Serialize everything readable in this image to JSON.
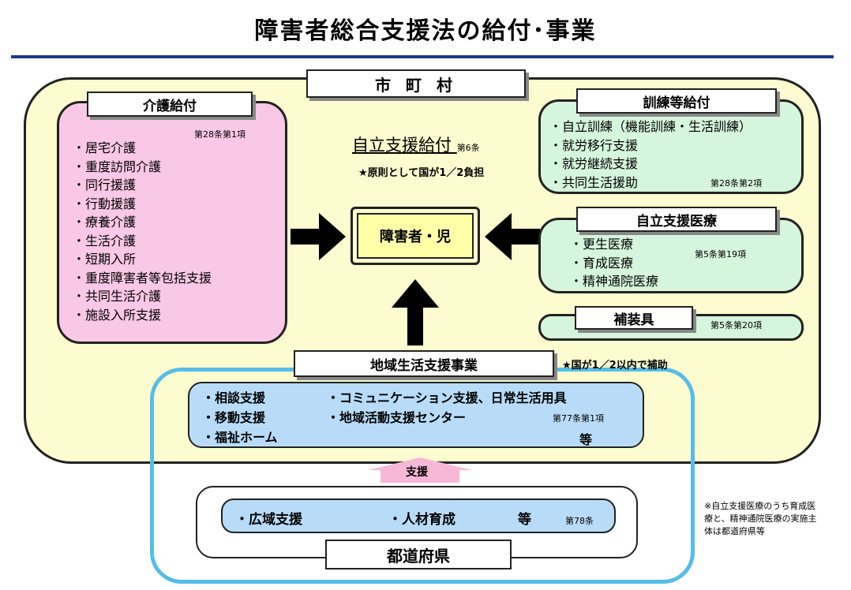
{
  "title": "障害者総合支援法の給付･事業",
  "municipality": "市 町 村",
  "care_benefits": {
    "header": "介護給付",
    "article": "第28条第1項",
    "items": [
      "・居宅介護",
      "・重度訪問介護",
      "・同行援護",
      "・行動援護",
      "・療養介護",
      "・生活介護",
      "・短期入所",
      "・重度障害者等包括支援",
      "・共同生活介護",
      "・施設入所支援"
    ]
  },
  "independence_support": {
    "title": "自立支援給付",
    "article": "第6条",
    "note": "★原則として国が1／2負担"
  },
  "center_label": "障害者・児",
  "training_benefits": {
    "header": "訓練等給付",
    "article": "第28条第2項",
    "items": [
      "・自立訓練（機能訓練・生活訓練）",
      "・就労移行支援",
      "・就労継続支援",
      "・共同生活援助"
    ]
  },
  "medical": {
    "header": "自立支援医療",
    "article": "第5条第19項",
    "items": [
      "・更生医療",
      "・育成医療",
      "・精神通院医療"
    ]
  },
  "prosthetics": {
    "header": "補装具",
    "article": "第5条第20項"
  },
  "community": {
    "header": "地域生活支援事業",
    "note": "★国が1／2以内で補助",
    "col1": [
      "・相談支援",
      "・移動支援",
      "・福祉ホーム"
    ],
    "col2": [
      "・コミュニケーション支援、日常生活用具",
      "・地域活動支援センター"
    ],
    "article": "第77条第1項",
    "etc": "等"
  },
  "support_label": "支援",
  "prefecture": {
    "item1": "・広域支援",
    "item2": "・人材育成",
    "etc": "等",
    "article": "第78条",
    "label": "都道府県"
  },
  "footnote": "※自立支援医療のうち育成医療と、精神通院医療の実施主体は都道府県等",
  "colors": {
    "rule": "#1f3a8a",
    "outer_fill": "#fdfbd0",
    "pink": "#f9c8e6",
    "green": "#d6f5dd",
    "blue": "#b8dcf8",
    "blue_border": "#55bde8",
    "support_arrow": "#f7b8d8"
  }
}
